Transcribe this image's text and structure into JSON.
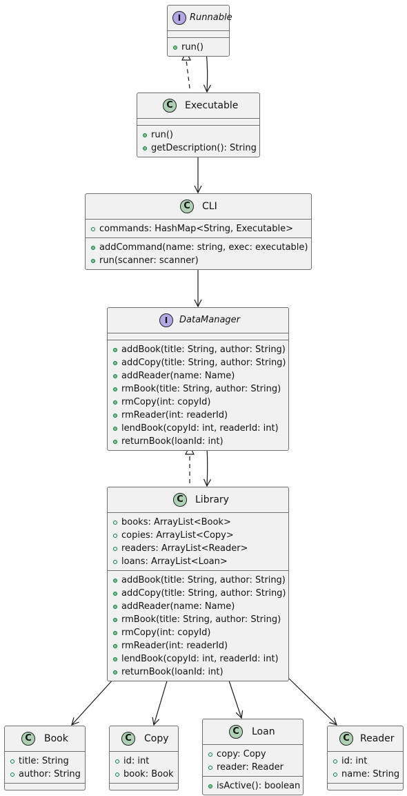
{
  "classes": {
    "runnable": {
      "kind": "I",
      "name": "Runnable",
      "methods": [
        "run()"
      ]
    },
    "executable": {
      "kind": "C",
      "name": "Executable",
      "methods": [
        "run()",
        "getDescription(): String"
      ]
    },
    "cli": {
      "kind": "C",
      "name": "CLI",
      "fields": [
        "commands: HashMap<String, Executable>"
      ],
      "methods": [
        "addCommand(name: string, exec: executable)",
        "run(scanner: scanner)"
      ]
    },
    "datamanager": {
      "kind": "I",
      "name": "DataManager",
      "methods": [
        "addBook(title: String, author: String)",
        "addCopy(title: String, author: String)",
        "addReader(name: Name)",
        "rmBook(title: String, author: String)",
        "rmCopy(int: copyId)",
        "rmReader(int: readerId)",
        "lendBook(copyId: int, readerId: int)",
        "returnBook(loanId: int)"
      ]
    },
    "library": {
      "kind": "C",
      "name": "Library",
      "fields": [
        "books: ArrayList<Book>",
        "copies: ArrayList<Copy>",
        "readers: ArrayList<Reader>",
        "loans: ArrayList<Loan>"
      ],
      "methods": [
        "addBook(title: String, author: String)",
        "addCopy(title: String, author: String)",
        "addReader(name: Name)",
        "rmBook(title: String, author: String)",
        "rmCopy(int: copyId)",
        "rmReader(int: readerId)",
        "lendBook(copyId: int, readerId: int)",
        "returnBook(loanId: int)"
      ]
    },
    "book": {
      "kind": "C",
      "name": "Book",
      "fields": [
        "title: String",
        "author: String"
      ]
    },
    "copy": {
      "kind": "C",
      "name": "Copy",
      "fields": [
        "id: int",
        "book: Book"
      ]
    },
    "loan": {
      "kind": "C",
      "name": "Loan",
      "fields": [
        "copy: Copy",
        "reader: Reader"
      ],
      "methods": [
        "isActive(): boolean"
      ]
    },
    "reader": {
      "kind": "C",
      "name": "Reader",
      "fields": [
        "id: int",
        "name: String"
      ]
    }
  },
  "relations": [
    {
      "from": "executable",
      "to": "runnable",
      "type": "realization"
    },
    {
      "from": "runnable",
      "to": "executable",
      "type": "association"
    },
    {
      "from": "executable",
      "to": "cli",
      "type": "association"
    },
    {
      "from": "cli",
      "to": "datamanager",
      "type": "association"
    },
    {
      "from": "library",
      "to": "datamanager",
      "type": "realization"
    },
    {
      "from": "datamanager",
      "to": "library",
      "type": "association"
    },
    {
      "from": "library",
      "to": "book",
      "type": "association"
    },
    {
      "from": "library",
      "to": "copy",
      "type": "association"
    },
    {
      "from": "library",
      "to": "loan",
      "type": "association"
    },
    {
      "from": "library",
      "to": "reader",
      "type": "association"
    }
  ],
  "colors": {
    "class_badge": "#add1b2",
    "interface_badge": "#b4a7e5",
    "box_fill": "#f1f1f1",
    "line": "#181818"
  }
}
